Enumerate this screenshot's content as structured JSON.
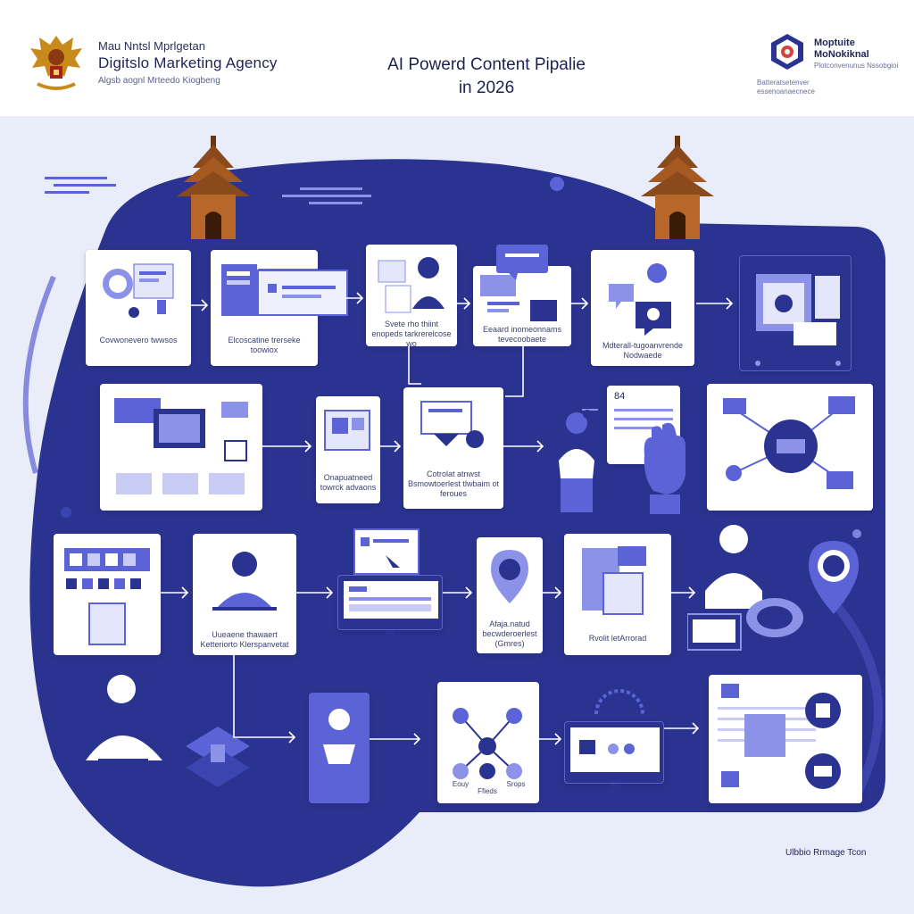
{
  "header": {
    "agency_line1": "Mau Nntsl Mprlgetan",
    "agency_line2": "Digitslo Marketing Agency",
    "agency_line3": "Algsb aognl Mrteedo Kiogbeng",
    "title_line1": "AI Powerd Content Pipalie",
    "title_line2": "in 2026",
    "ministry_line1": "Moptuite",
    "ministry_line2": "MoNokiknal",
    "ministry_line3": "Plotconvenunus Nssobgioi",
    "ministry_sub": "Batteratsetenver essenoanaecnece"
  },
  "steps": {
    "r1c1": "Covwonevero twwsos",
    "r1c2": "Elcoscatine trerseke toowiox",
    "r1c3": "Svete rho thiint enopeds tarkrerelcose wo",
    "r1c4": "Eeaard inomeonnams tevecoobaete",
    "r1c5": "Mdterall-tugoanvrende Nodwaede",
    "r2c2": "Onapuatneed towrck advaons",
    "r2c3": "Cotrolat atnwst Bsmowtoerlest tlwbaim ot feroues",
    "r2c4_tag": "84",
    "r3c2": "Uueaene thawaert Ketteriorto Klerspanvetat",
    "r3c4": "Afaja.natud becwderoerlest (Gmres)",
    "r3c5": "Rvolit letArrorad",
    "r4c3_left": "Eouy",
    "r4c3_mid": "Ffieds",
    "r4c3_right": "Srops"
  },
  "footer": {
    "note": "Ulbbio Rrmage Tcon"
  },
  "colors": {
    "navy": "#2b3390",
    "accent": "#5b63d6",
    "light_accent": "#8b92e8",
    "background": "#e9ecf9",
    "temple_wood": "#8a4a1c"
  }
}
